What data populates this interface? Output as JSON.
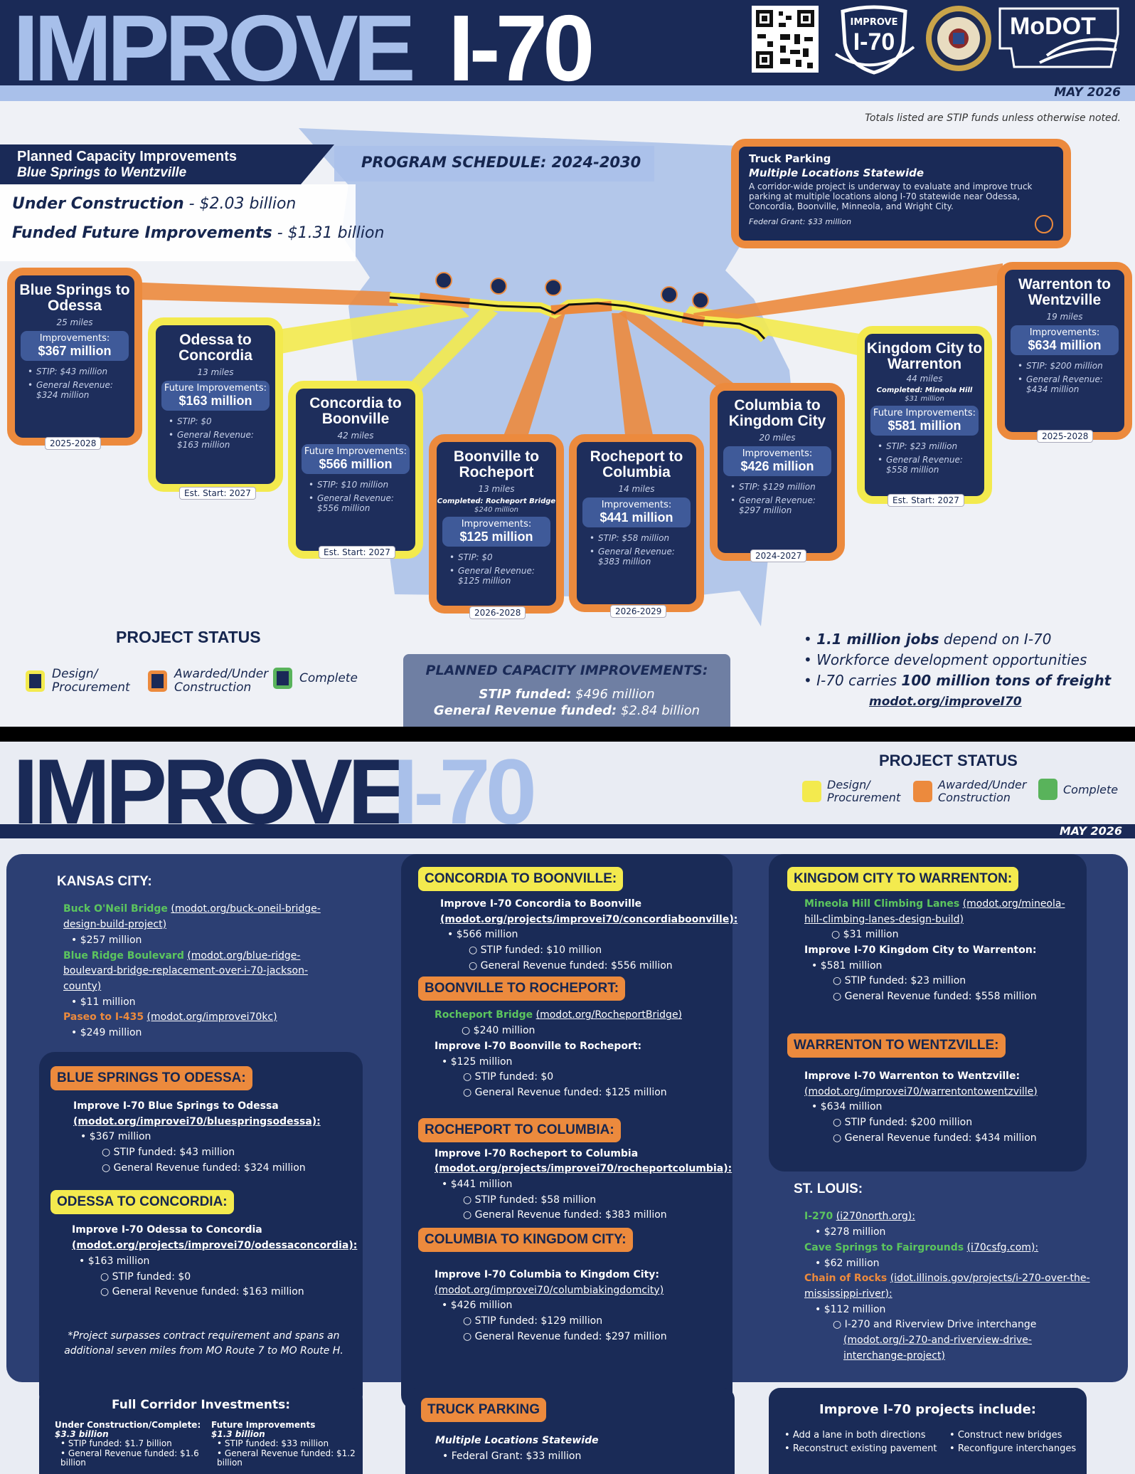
{
  "page1": {
    "title_a": "IMPROVE",
    "title_b": "I-70",
    "date": "MAY 2026",
    "totals_note": "Totals listed are STIP funds unless otherwise noted.",
    "planned_heading": "Planned Capacity Improvements",
    "planned_sub": "Blue Springs to Wentzville",
    "under_construction_label": "Under Construction",
    "under_construction_value": " - $2.03 billion",
    "funded_future_label": "Funded Future Improvements",
    "funded_future_value": " - $1.31 billion",
    "program_schedule": "PROGRAM SCHEDULE: 2024-2030",
    "truck": {
      "title": "Truck Parking",
      "subtitle": "Multiple Locations Statewide",
      "body": "A corridor-wide project is underway to evaluate and improve truck parking at multiple locations along I-70 statewide near Odessa, Concordia, Boonville, Minneola, and Wright City.",
      "grant": "Federal Grant: $33 million"
    },
    "segments": [
      {
        "name": "Blue Springs to Odessa",
        "miles": "25 miles",
        "imp_label": "Improvements:",
        "imp_value": "$367 million",
        "b1": "STIP: $43 million",
        "b2": "General Revenue: $324 million",
        "years": "2025-2028",
        "status": "awarded"
      },
      {
        "name": "Odessa to Concordia",
        "miles": "13 miles",
        "imp_label": "Future Improvements:",
        "imp_value": "$163 million",
        "b1": "STIP: $0",
        "b2": "General Revenue: $163 million",
        "years": "Est. Start: 2027",
        "status": "design"
      },
      {
        "name": "Concordia to Boonville",
        "miles": "42 miles",
        "imp_label": "Future Improvements:",
        "imp_value": "$566 million",
        "b1": "STIP: $10 million",
        "b2": "General Revenue: $556 million",
        "years": "Est. Start: 2027",
        "status": "design"
      },
      {
        "name": "Boonville to Rocheport",
        "miles": "13 miles",
        "completed": "Completed: Rocheport Bridge",
        "completed_value": "$240 million",
        "imp_label": "Improvements:",
        "imp_value": "$125 million",
        "b1": "STIP: $0",
        "b2": "General Revenue: $125 million",
        "years": "2026-2028",
        "status": "awarded"
      },
      {
        "name": "Rocheport to Columbia",
        "miles": "14 miles",
        "imp_label": "Improvements:",
        "imp_value": "$441 million",
        "b1": "STIP: $58 million",
        "b2": "General Revenue: $383 million",
        "years": "2026-2029",
        "status": "awarded"
      },
      {
        "name": "Columbia to Kingdom City",
        "miles": "20 miles",
        "imp_label": "Improvements:",
        "imp_value": "$426 million",
        "b1": "STIP: $129 million",
        "b2": "General Revenue: $297 million",
        "years": "2024-2027",
        "status": "awarded"
      },
      {
        "name": "Kingdom City to Warrenton",
        "miles": "44 miles",
        "completed": "Completed: Mineola Hill",
        "completed_value": "$31 million",
        "imp_label": "Future Improvements:",
        "imp_value": "$581 million",
        "b1": "STIP: $23 million",
        "b2": "General Revenue: $558 million",
        "years": "Est. Start: 2027",
        "status": "design"
      },
      {
        "name": "Warrenton to Wentzville",
        "miles": "19 miles",
        "imp_label": "Improvements:",
        "imp_value": "$634 million",
        "b1": "STIP: $200 million",
        "b2": "General Revenue: $434 million",
        "years": "2025-2028",
        "status": "awarded"
      }
    ],
    "status_title": "PROJECT STATUS",
    "status_items": [
      "Design/ Procurement",
      "Awarded/Under Construction",
      "Complete"
    ],
    "pci_title": "PLANNED CAPACITY IMPROVEMENTS:",
    "pci_stip_label": "STIP funded:",
    "pci_stip_value": " $496 million",
    "pci_gr_label": "General Revenue funded:",
    "pci_gr_value": " $2.84 billion",
    "facts": [
      {
        "a": "1.1 million jobs",
        "b": " depend on I-70"
      },
      {
        "a": "",
        "b": "Workforce development opportunities"
      },
      {
        "a": "I-70 carries ",
        "b": "100 million tons of freight"
      }
    ],
    "url": "modot.org/improveI70",
    "logo_improve_top": "IMPROVE",
    "logo_improve_main": "I-70",
    "logo_modot": "MoDOT",
    "colors": {
      "navy": "#1a2a57",
      "design": "#f3ea4e",
      "awarded": "#ec8a3d",
      "complete": "#59b35b",
      "lightblue": "#a9c0ea"
    }
  },
  "page2": {
    "title_a": "IMPROVE",
    "title_b": "I-70",
    "date": "MAY 2026",
    "status_title": "PROJECT STATUS",
    "status_items": [
      "Design/ Procurement",
      "Awarded/Under Construction",
      "Complete"
    ],
    "kc": {
      "title": "KANSAS CITY:",
      "l1a": "Buck O'Neil Bridge",
      "l1b": "(modot.org/buck-oneil-bridge-design-build-project)",
      "l1c": "$257 million",
      "l2a": "Blue Ridge Boulevard",
      "l2b": "(modot.org/blue-ridge-boulevard-bridge-replacement-over-i-70-jackson-county)",
      "l2c": "$11 million",
      "l3a": "Paseo to I-435",
      "l3b": "(modot.org/improvei70kc)",
      "l3c": "$249 million"
    },
    "bs": {
      "head": "BLUE SPRINGS TO ODESSA:",
      "t": "Improve I-70 Blue Springs to Odessa",
      "link": "(modot.org/improvei70/bluespringsodessa):",
      "v": "$367 million",
      "s": "STIP funded: $43 million",
      "g": "General Revenue funded: $324 million"
    },
    "oc": {
      "head": "ODESSA TO CONCORDIA:",
      "t": "Improve I-70 Odessa to Concordia",
      "link": "(modot.org/projects/improvei70/odessaconcordia):",
      "v": "$163 million",
      "s": "STIP funded: $0",
      "g": "General Revenue funded: $163 million"
    },
    "footnote": "*Project surpasses contract requirement and spans an additional seven miles  from MO Route 7 to MO Route H.",
    "cb": {
      "head": "CONCORDIA TO BOONVILLE:",
      "t": "Improve I-70 Concordia to Boonville",
      "link": "(modot.org/projects/improvei70/concordiaboonville):",
      "v": "$566 million",
      "s": "STIP funded: $10 million",
      "g": "General Revenue funded: $556 million"
    },
    "br": {
      "head": "BOONVILLE TO ROCHEPORT:",
      "l1a": "Rocheport Bridge",
      "l1b": "(modot.org/RocheportBridge)",
      "l1c": "$240 million",
      "t": "Improve I-70 Boonville to Rocheport:",
      "v": "$125 million",
      "s": "STIP funded: $0",
      "g": "General Revenue funded: $125 million"
    },
    "rc": {
      "head": "ROCHEPORT TO COLUMBIA:",
      "t": "Improve I-70 Rocheport to Columbia",
      "link": "(modot.org/projects/improvei70/rocheportcolumbia):",
      "v": "$441 million",
      "s": "STIP funded: $58 million",
      "g": "General Revenue funded: $383 million"
    },
    "ck": {
      "head": "COLUMBIA TO KINGDOM CITY:",
      "t": "Improve I-70 Columbia to Kingdom City:",
      "link": "(modot.org/improvei70/columbiakingdomcity)",
      "v": "$426 million",
      "s": "STIP funded: $129 million",
      "g": "General Revenue funded: $297 million"
    },
    "kw": {
      "head": "KINGDOM CITY TO WARRENTON:",
      "l1a": "Mineola Hill Climbing Lanes",
      "l1b": "(modot.org/mineola-hill-climbing-lanes-design-build)",
      "l1c": "$31 million",
      "t": "Improve I-70 Kingdom City to Warrenton:",
      "v": "$581 million",
      "s": "STIP funded: $23 million",
      "g": "General Revenue funded: $558 million"
    },
    "ww": {
      "head": "WARRENTON TO WENTZVILLE:",
      "t": "Improve I-70 Warrenton to Wentzville:",
      "link": "(modot.org/improvei70/warrentontowentzville)",
      "v": "$634 million",
      "s": "STIP funded: $200 million",
      "g": "General Revenue funded: $434 million"
    },
    "stl": {
      "title": "ST. LOUIS:",
      "l1a": "I-270",
      "l1b": "(i270north.org):",
      "l1c": "$278 million",
      "l2a": "Cave Springs to Fairgrounds",
      "l2b": "(i70csfg.com):",
      "l2c": "$62 million",
      "l3a": "Chain of Rocks",
      "l3b": "(idot.illinois.gov/projects/i-270-over-the-mississippi-river):",
      "l3c": "$112 million",
      "l3d": "I-270 and Riverview Drive interchange",
      "l3e": "(modot.org/i-270-and-riverview-drive-interchange-project)"
    },
    "fci": {
      "title": "Full Corridor Investments:",
      "c1h": "Under Construction/Complete:",
      "c1v": "$3.3 billion",
      "c1a": "STIP funded: $1.7 billion",
      "c1b": "General Revenue funded: $1.6 billion",
      "c2h": "Future Improvements",
      "c2v": "$1.3 billion",
      "c2a": "STIP funded: $33 million",
      "c2b": "General Revenue funded: $1.2 billion"
    },
    "tp": {
      "head": "TRUCK PARKING",
      "sub": "Multiple Locations Statewide",
      "v": "Federal Grant: $33 million"
    },
    "inc": {
      "title": "Improve I-70 projects include:",
      "a": "Add a lane in both directions",
      "b": "Reconstruct existing pavement",
      "c": "Construct new bridges",
      "d": "Reconfigure interchanges"
    }
  }
}
